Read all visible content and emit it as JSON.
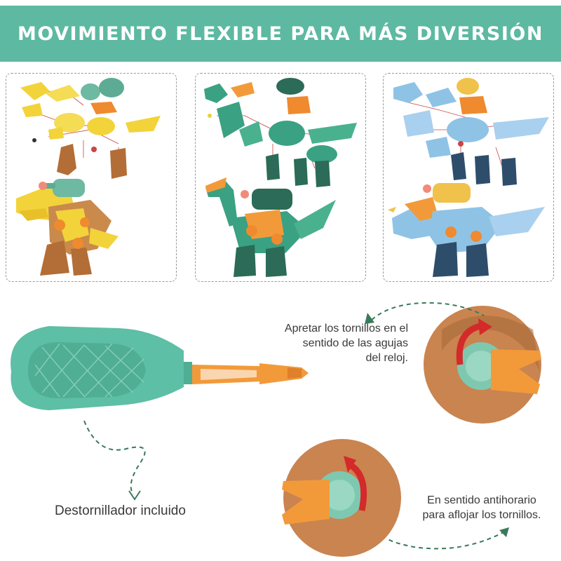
{
  "banner": {
    "title": "MOVIMIENTO FLEXIBLE PARA MÁS DIVERSIÓN",
    "background_color": "#5db9a2"
  },
  "panels": [
    {
      "name": "t-rex-kit",
      "main_color": "#f2d33a",
      "secondary_color": "#c98a4b",
      "accent_color": "#5dab94"
    },
    {
      "name": "brachiosaurus-kit",
      "main_color": "#3aa182",
      "secondary_color": "#ef8a2f",
      "accent_color": "#2b6b57"
    },
    {
      "name": "triceratops-kit",
      "main_color": "#8ec3e6",
      "secondary_color": "#f1c24b",
      "accent_color": "#2e4d6b"
    }
  ],
  "instructions": {
    "tighten_lines": [
      "Apretar los tornillos en el",
      "sentido de las agujas",
      "del reloj."
    ],
    "loosen_lines": [
      "En sentido antihorario",
      "para aflojar los tornillos."
    ],
    "screwdriver_label": "Destornillador incluido"
  },
  "colors": {
    "screwdriver_handle": "#5dbfa5",
    "screwdriver_tip": "#f29a3a",
    "dashed_arrow": "#3a7a5a"
  }
}
